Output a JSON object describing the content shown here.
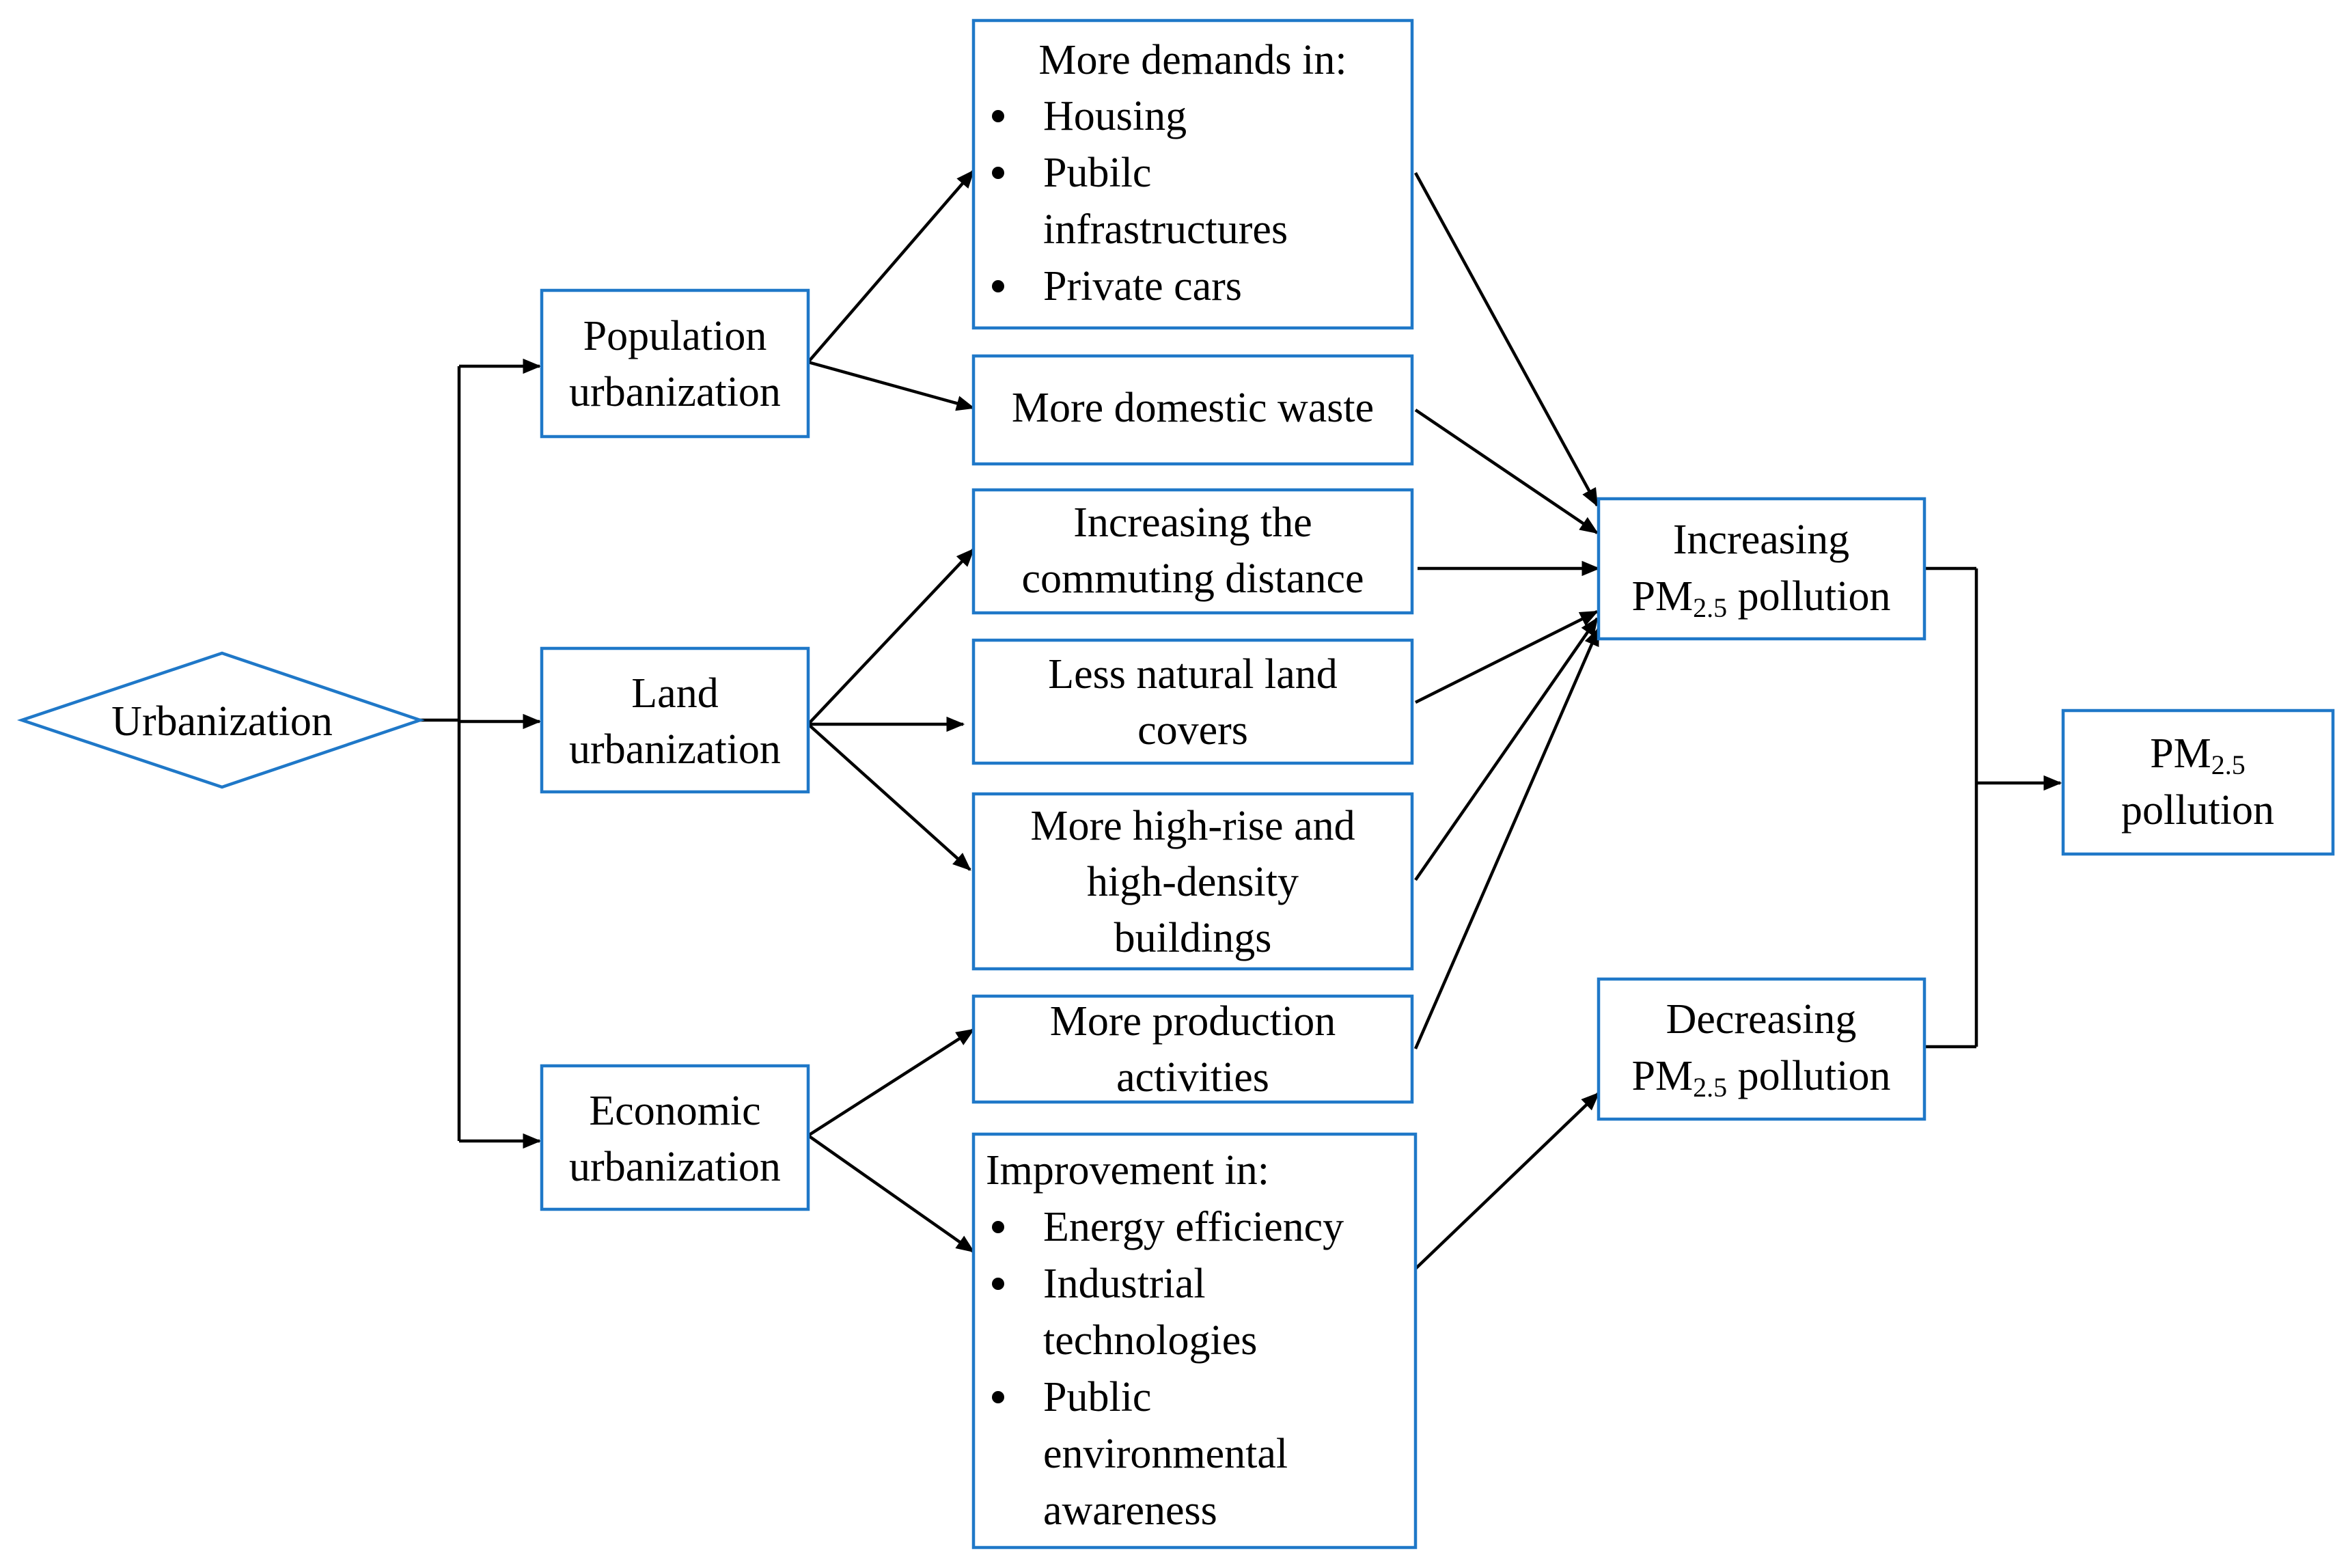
{
  "nodes": {
    "urbanization": "Urbanization",
    "population": [
      "Population",
      "urbanization"
    ],
    "land": [
      "Land",
      "urbanization"
    ],
    "economic": [
      "Economic",
      "urbanization"
    ],
    "demands": {
      "title": "More demands in:",
      "items": [
        [
          "Housing"
        ],
        [
          "Pubilc",
          "infrastructures"
        ],
        [
          "Private cars"
        ]
      ]
    },
    "waste": "More domestic waste",
    "commuting": [
      "Increasing the",
      "commuting distance"
    ],
    "natural_land": [
      "Less natural land",
      "covers"
    ],
    "highrise": [
      "More high-rise and",
      "high-density",
      "buildings"
    ],
    "production": [
      "More production",
      "activities"
    ],
    "improvement": {
      "title": "Improvement in:",
      "items": [
        [
          "Energy efficiency"
        ],
        [
          "Industrial",
          "technologies"
        ],
        [
          "Public",
          "environmental",
          "awareness"
        ]
      ]
    },
    "increasing": {
      "line1": "Increasing",
      "pm": "PM",
      "sub": "2.5",
      "rest": " pollution"
    },
    "decreasing": {
      "line1": "Decreasing",
      "pm": "PM",
      "sub": "2.5",
      "rest": " pollution"
    },
    "pm_final": {
      "pm": "PM",
      "sub": "2.5",
      "line2": "pollution"
    }
  },
  "colors": {
    "box_border": "#1f78c8",
    "arrow": "#000000",
    "text": "#000000"
  }
}
